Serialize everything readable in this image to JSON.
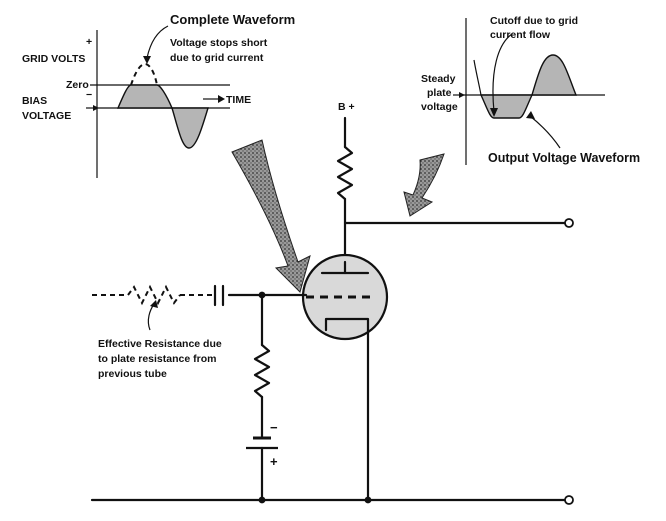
{
  "grid_graph": {
    "title": "Complete Waveform",
    "subtitle_line1": "Voltage stops short",
    "subtitle_line2": "due to grid current",
    "plus": "+",
    "minus": "−",
    "grid_volts": "GRID VOLTS",
    "zero": "Zero",
    "bias_line1": "BIAS",
    "bias_line2": "VOLTAGE",
    "time": "TIME"
  },
  "plate_graph": {
    "cutoff_line1": "Cutoff due to grid",
    "cutoff_line2": "current flow",
    "steady_line1": "Steady",
    "steady_line2": "plate",
    "steady_line3": "voltage",
    "output_title": "Output  Voltage  Waveform"
  },
  "circuit": {
    "b_plus": "B +",
    "battery_minus": "−",
    "battery_plus": "+",
    "effective_line1": "Effective Resistance due",
    "effective_line2": "to plate resistance from",
    "effective_line3": "previous tube"
  },
  "colors": {
    "ink": "#111111",
    "tube_fill": "#d9d9d9",
    "wave_shade": "#b5b5b5",
    "arrow_fill": "#8c8c8c"
  },
  "icons": {
    "big_arrow_grid": "stippled-arrow",
    "big_arrow_plate": "stippled-arrow",
    "tube": "triode-tube-symbol",
    "resistor": "zigzag-resistor",
    "capacitor": "capacitor-symbol",
    "battery": "battery-symbol",
    "terminal": "open-circle-terminal"
  }
}
